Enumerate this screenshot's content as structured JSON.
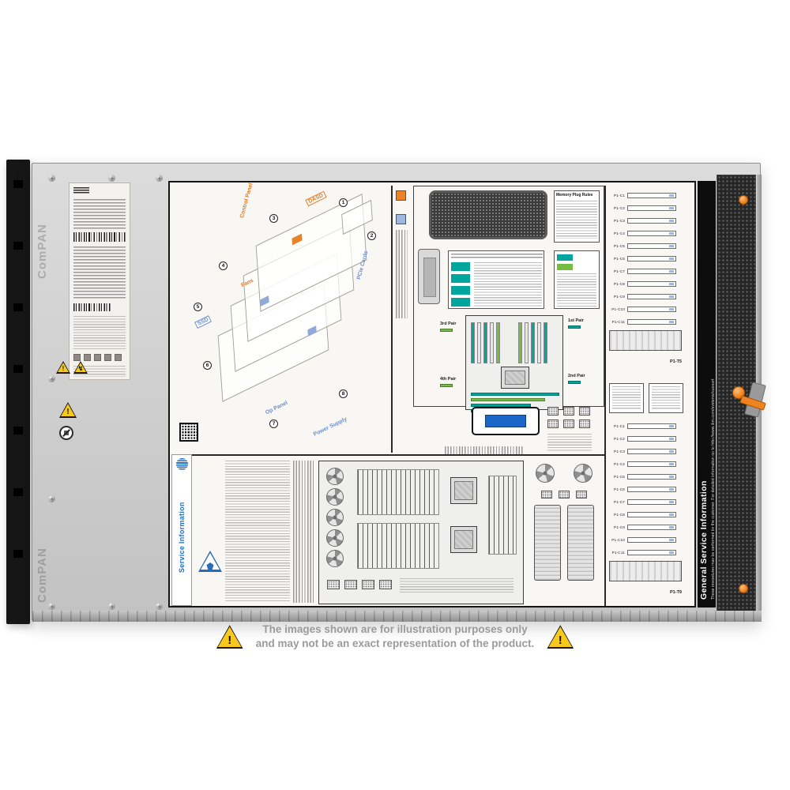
{
  "watermark": {
    "text": "ComPAN"
  },
  "disclaimer": {
    "glyph": "!",
    "line1": "The images shown are for illustration purposes only",
    "line2": "and may not be an exact representation of the product."
  },
  "side_strip": {
    "title": "General Service Information",
    "subtitle": "These procedures may be performed by the customer. For detailed information go to http://www.ibm.com/systems/support"
  },
  "icons": {
    "exclaim": "!",
    "bolt": "↯"
  },
  "label": {
    "service_strip": "Service Information",
    "callouts": [
      {
        "label": "DASD",
        "color": "#e87722"
      },
      {
        "label": "Control Panel",
        "color": "#e87722"
      },
      {
        "label": "Fans",
        "color": "#e87722"
      },
      {
        "label": "SSD",
        "color": "#6f8fc9"
      },
      {
        "label": "PCIe Cards",
        "color": "#6f8fc9"
      },
      {
        "label": "Op Panel",
        "color": "#6f8fc9"
      },
      {
        "label": "Power Supply",
        "color": "#6f8fc9"
      }
    ],
    "callout_numbers": [
      "1",
      "2",
      "3",
      "4",
      "5",
      "6",
      "7",
      "8"
    ],
    "memory": {
      "title": "Memory Plug Rules",
      "pairs": [
        "1st Pair",
        "2nd Pair",
        "3rd Pair",
        "4th Pair"
      ],
      "dimm_colors": [
        "#00a69c",
        "#e8e8e8",
        "#00a69c",
        "#e8e8e8",
        "#76bc43",
        "#76bc43",
        "#e8e8e8",
        "#00a69c",
        "#e8e8e8",
        "#00a69c"
      ],
      "rank_bar_colors": [
        "#00a69c",
        "#76bc43",
        "#00a69c",
        "#00877e"
      ]
    },
    "slots": {
      "top_labels": [
        "P1-C1",
        "P1-C2",
        "P1-C3",
        "P1-C4",
        "P1-C5",
        "P1-C6",
        "P1-C7",
        "P1-C8",
        "P1-C9",
        "P1-C10",
        "P1-C11"
      ],
      "top_port": "P1-T5",
      "bottom_labels": [
        "P1-C1",
        "P1-C2",
        "P1-C3",
        "P1-C4",
        "P1-C5",
        "P1-C6",
        "P1-C7",
        "P1-C8",
        "P1-C9",
        "P1-C10",
        "P1-C11"
      ],
      "bottom_port": "P1-T9"
    }
  },
  "colors": {
    "accent_orange": "#ee8322",
    "callout_orange": "#e87722",
    "callout_blue": "#6f8fc9",
    "teal": "#00a69c",
    "green": "#76bc43",
    "ibm_blue": "#1f70c1",
    "warning_yellow": "#f7c81d"
  }
}
